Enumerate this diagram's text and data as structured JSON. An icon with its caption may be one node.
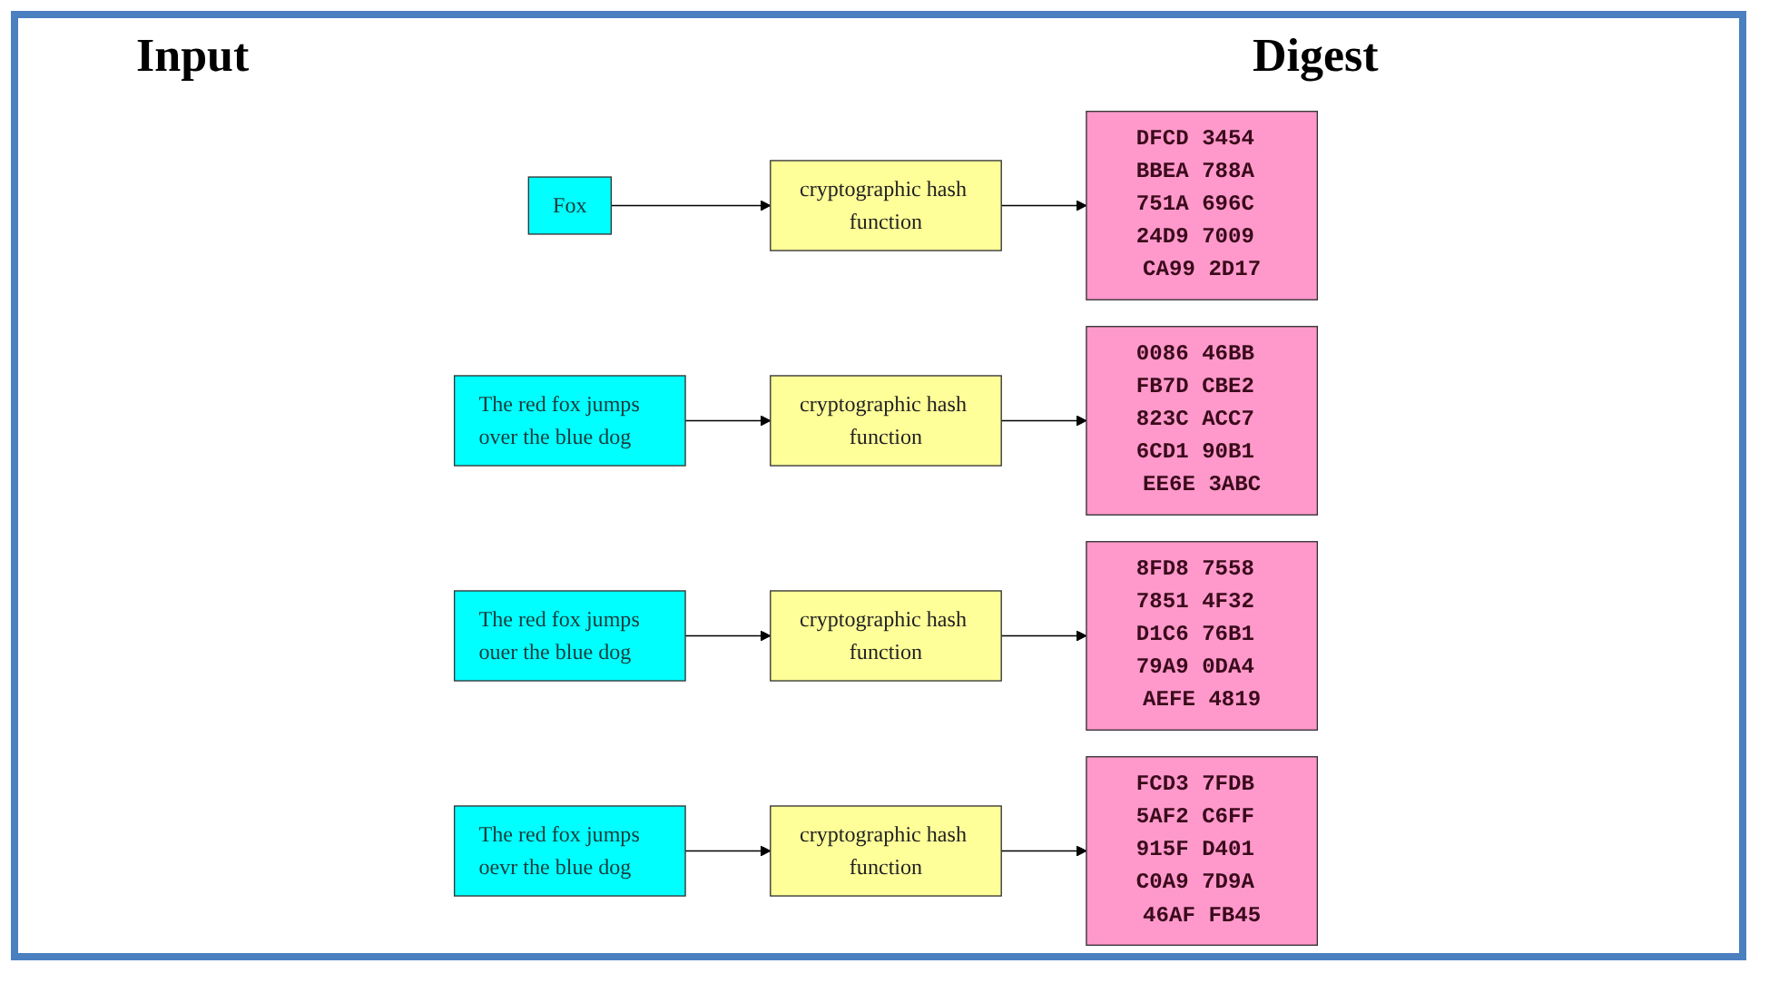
{
  "diagram": {
    "nodes": [
      {
        "text": [
          "Fox"
        ]
      },
      {
        "text": [
          "cryptographic hash function"
        ]
      },
      {
        "text": [
          "DFCD 3454 BBEA 788A 751A 696C 24D9 7009 CA99 2D17"
        ]
      },
      {
        "text": [
          "The red fox jumps over the blue dog"
        ]
      },
      {
        "text": [
          "cryptographic hash function"
        ]
      },
      {
        "text": [
          "0086 46BB FB7D CBE2 823C ACC7 6CD1 90B1 EE6E 3ABC"
        ]
      },
      {
        "text": [
          "The red fox jumps ouer the blue dog"
        ]
      },
      {
        "text": [
          "cryptographic hash function"
        ]
      },
      {
        "text": [
          "8FD8 7558 7851 4F32 D1C6 76B1 79A9 0DA4 AEFE 4819"
        ]
      },
      {
        "text": [
          "The red fox jumps oevr the blue dog"
        ]
      },
      {
        "text": [
          "cryptographic hash function"
        ]
      },
      {
        "text": [
          "FCD3 7FDB 5AF2 C6FF 915F D401 C0A9 7D9A 46AF FB45"
        ]
      }
    ],
    "edges": [
      {
        "from": 0,
        "to": 1,
        "arrow": "to"
      },
      {
        "from": 1,
        "to": 2,
        "arrow": "to"
      },
      {
        "from": 3,
        "to": 4,
        "arrow": "to"
      },
      {
        "from": 4,
        "to": 5,
        "arrow": "to"
      },
      {
        "from": 6,
        "to": 7,
        "arrow": "to"
      },
      {
        "from": 7,
        "to": 8,
        "arrow": "to"
      },
      {
        "from": 9,
        "to": 10,
        "arrow": "to"
      },
      {
        "from": 10,
        "to": 11,
        "arrow": "to"
      }
    ],
    "labels": [
      "Input",
      "Digest"
    ]
  }
}
